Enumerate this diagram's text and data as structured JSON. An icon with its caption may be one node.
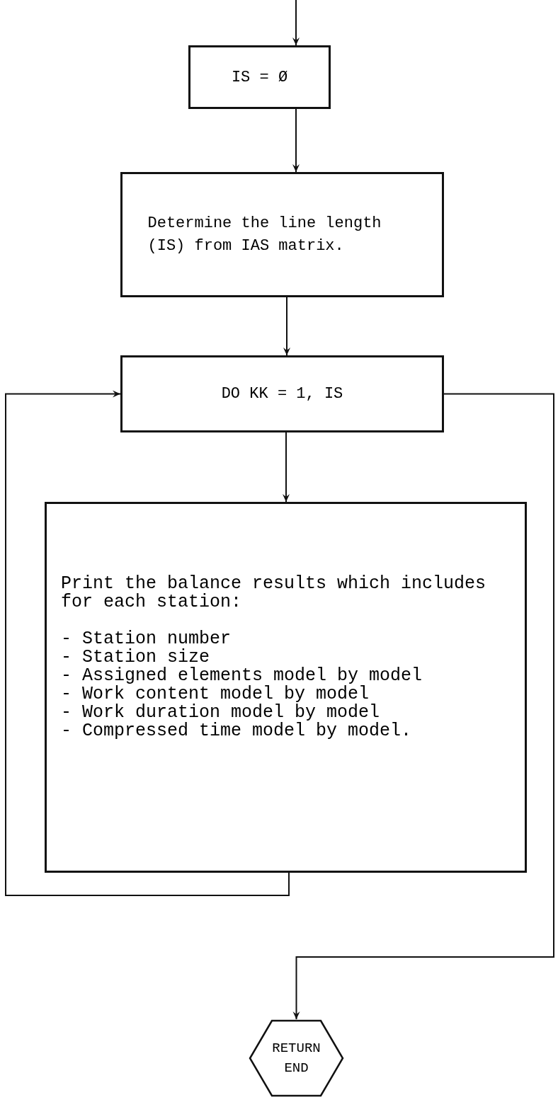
{
  "diagram": {
    "nodes": [
      {
        "text": [
          "IS = Ø"
        ]
      },
      {
        "text": [
          "Determine the line length (IS) from IAS matrix."
        ]
      },
      {
        "text": [
          "DO KK = 1, IS"
        ]
      },
      {
        "text": [
          "Print the balance results which includes for each station:",
          "- Station number",
          "- Station size",
          "- Assigned elements model by model",
          "- Work content model by model",
          "- Work duration model by model",
          "- Compressed time model by model."
        ]
      },
      {
        "text": [
          "RETURN END"
        ]
      }
    ],
    "edges": [
      {
        "from": null,
        "to": 0,
        "arrow": "to"
      },
      {
        "from": 0,
        "to": 1,
        "arrow": "to"
      },
      {
        "from": 1,
        "to": 2,
        "arrow": "to"
      },
      {
        "from": 2,
        "to": 3,
        "arrow": "to"
      },
      {
        "from": 3,
        "to": 2,
        "arrow": "to"
      },
      {
        "from": 2,
        "to": 4,
        "arrow": "to"
      }
    ]
  }
}
